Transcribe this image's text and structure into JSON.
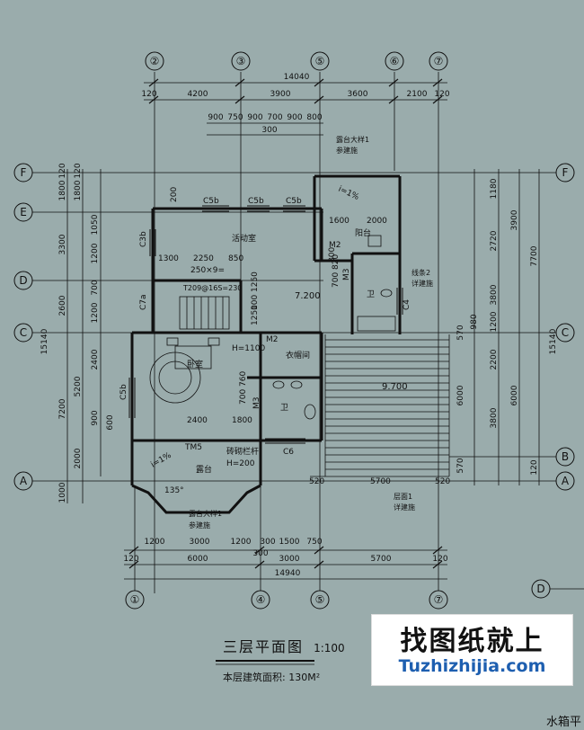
{
  "axes": {
    "top": [
      "②",
      "③",
      "⑤",
      "⑥",
      "⑦"
    ],
    "bottom": [
      "①",
      "④",
      "⑤",
      "⑦"
    ],
    "left": [
      "F",
      "E",
      "D",
      "C",
      "A"
    ],
    "right": [
      "F",
      "C",
      "B",
      "A"
    ],
    "corner": [
      "D"
    ]
  },
  "dims": {
    "top_total": "14040",
    "top_row1": [
      "120",
      "4200",
      "3900",
      "3600",
      "2100",
      "120"
    ],
    "top_row2": [
      "900",
      "750",
      "900",
      "700",
      "900",
      "800"
    ],
    "top_row3": "300",
    "bottom_row1": [
      "1200",
      "3000",
      "1200",
      "300",
      "1500",
      "750"
    ],
    "bottom_row2": [
      "120",
      "6000",
      "3000",
      "5700",
      "120"
    ],
    "bottom_row2_mid": "300",
    "bottom_total": "14940",
    "left_outer": [
      "1800",
      "3300",
      "2600",
      "7200",
      "1000"
    ],
    "left_outer_total": "15140",
    "left_mid": [
      "1800",
      "1050",
      "1200",
      "700",
      "1200",
      "2400",
      "5200",
      "900",
      "2000"
    ],
    "left_small": [
      "120",
      "120",
      "600"
    ],
    "right_outer": [
      "1180",
      "3900",
      "7700",
      "15140"
    ],
    "right_mid": [
      "2720",
      "3800",
      "980",
      "1200",
      "2200",
      "6000"
    ],
    "right_inner": [
      "6000",
      "3800",
      "570",
      "570",
      "120"
    ]
  },
  "rooms": {
    "activity": "活动室",
    "balcony": "阳台",
    "bedroom": "卧室",
    "bath1": "卫",
    "bath2": "卫",
    "closet": "衣帽间",
    "terrace": "露台",
    "level1": "7.200",
    "level2": "9.700"
  },
  "labels": {
    "c5b_1": "C5b",
    "c5b_2": "C5b",
    "c5b_3": "C5b",
    "c3b": "C3b",
    "c5b_v": "C5b",
    "c7a": "C7a",
    "c4": "C4",
    "c6": "C6",
    "m2": "M2",
    "m2b": "M2",
    "m3a": "M3",
    "m3b": "M3",
    "tm5": "TM5",
    "stair_note": "T209@16S=230",
    "rail": "H=1100",
    "parapet": "砖砌栏杆",
    "parapet_h": "H=200",
    "slope1": "i=1%",
    "slope2": "i=1%",
    "d1300": "1300",
    "d2250": "2250",
    "d850": "850",
    "d250x9": "250×9=",
    "d1600": "1600",
    "d2000": "2000",
    "d2400": "2400",
    "d1800": "1800",
    "d1250": "1250",
    "d100": "100",
    "d1250b": "1250",
    "d700_820": "700 820",
    "d700_760": "700 760",
    "d200": "200",
    "d520a": "520",
    "d520b": "520",
    "d5700": "5700",
    "d135": "135°",
    "d800": "800",
    "note1a": "露台大样1",
    "note1b": "参建施",
    "note2a": "线条2",
    "note2b": "详建施",
    "note3a": "层面1",
    "note3b": "详建施",
    "note4a": "露台大样1",
    "note4b": "参建施"
  },
  "title": "三层平面图",
  "scale": "1:100",
  "area_note": "本层建筑面积: 130M²",
  "watermark_cn": "找图纸就上",
  "watermark_en": "Tuzhizhijia.com",
  "corner_text": "水箱平"
}
